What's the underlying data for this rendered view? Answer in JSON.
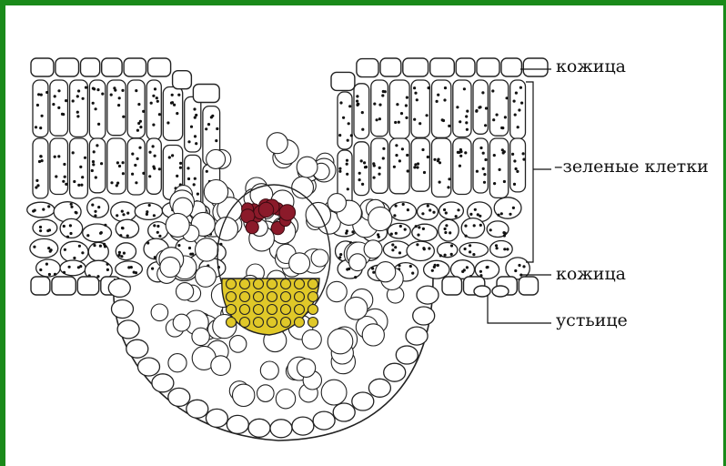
{
  "labels": {
    "upper_epidermis": "кожица",
    "green_cells": "зеленые клетки",
    "lower_epidermis": "кожица",
    "stoma": "устьице"
  },
  "colors": {
    "frame": "#1a8a1a",
    "outline": "#222222",
    "phloem": "#8b1a2a",
    "xylem": "#e0c828",
    "cell_fill": "#ffffff"
  }
}
